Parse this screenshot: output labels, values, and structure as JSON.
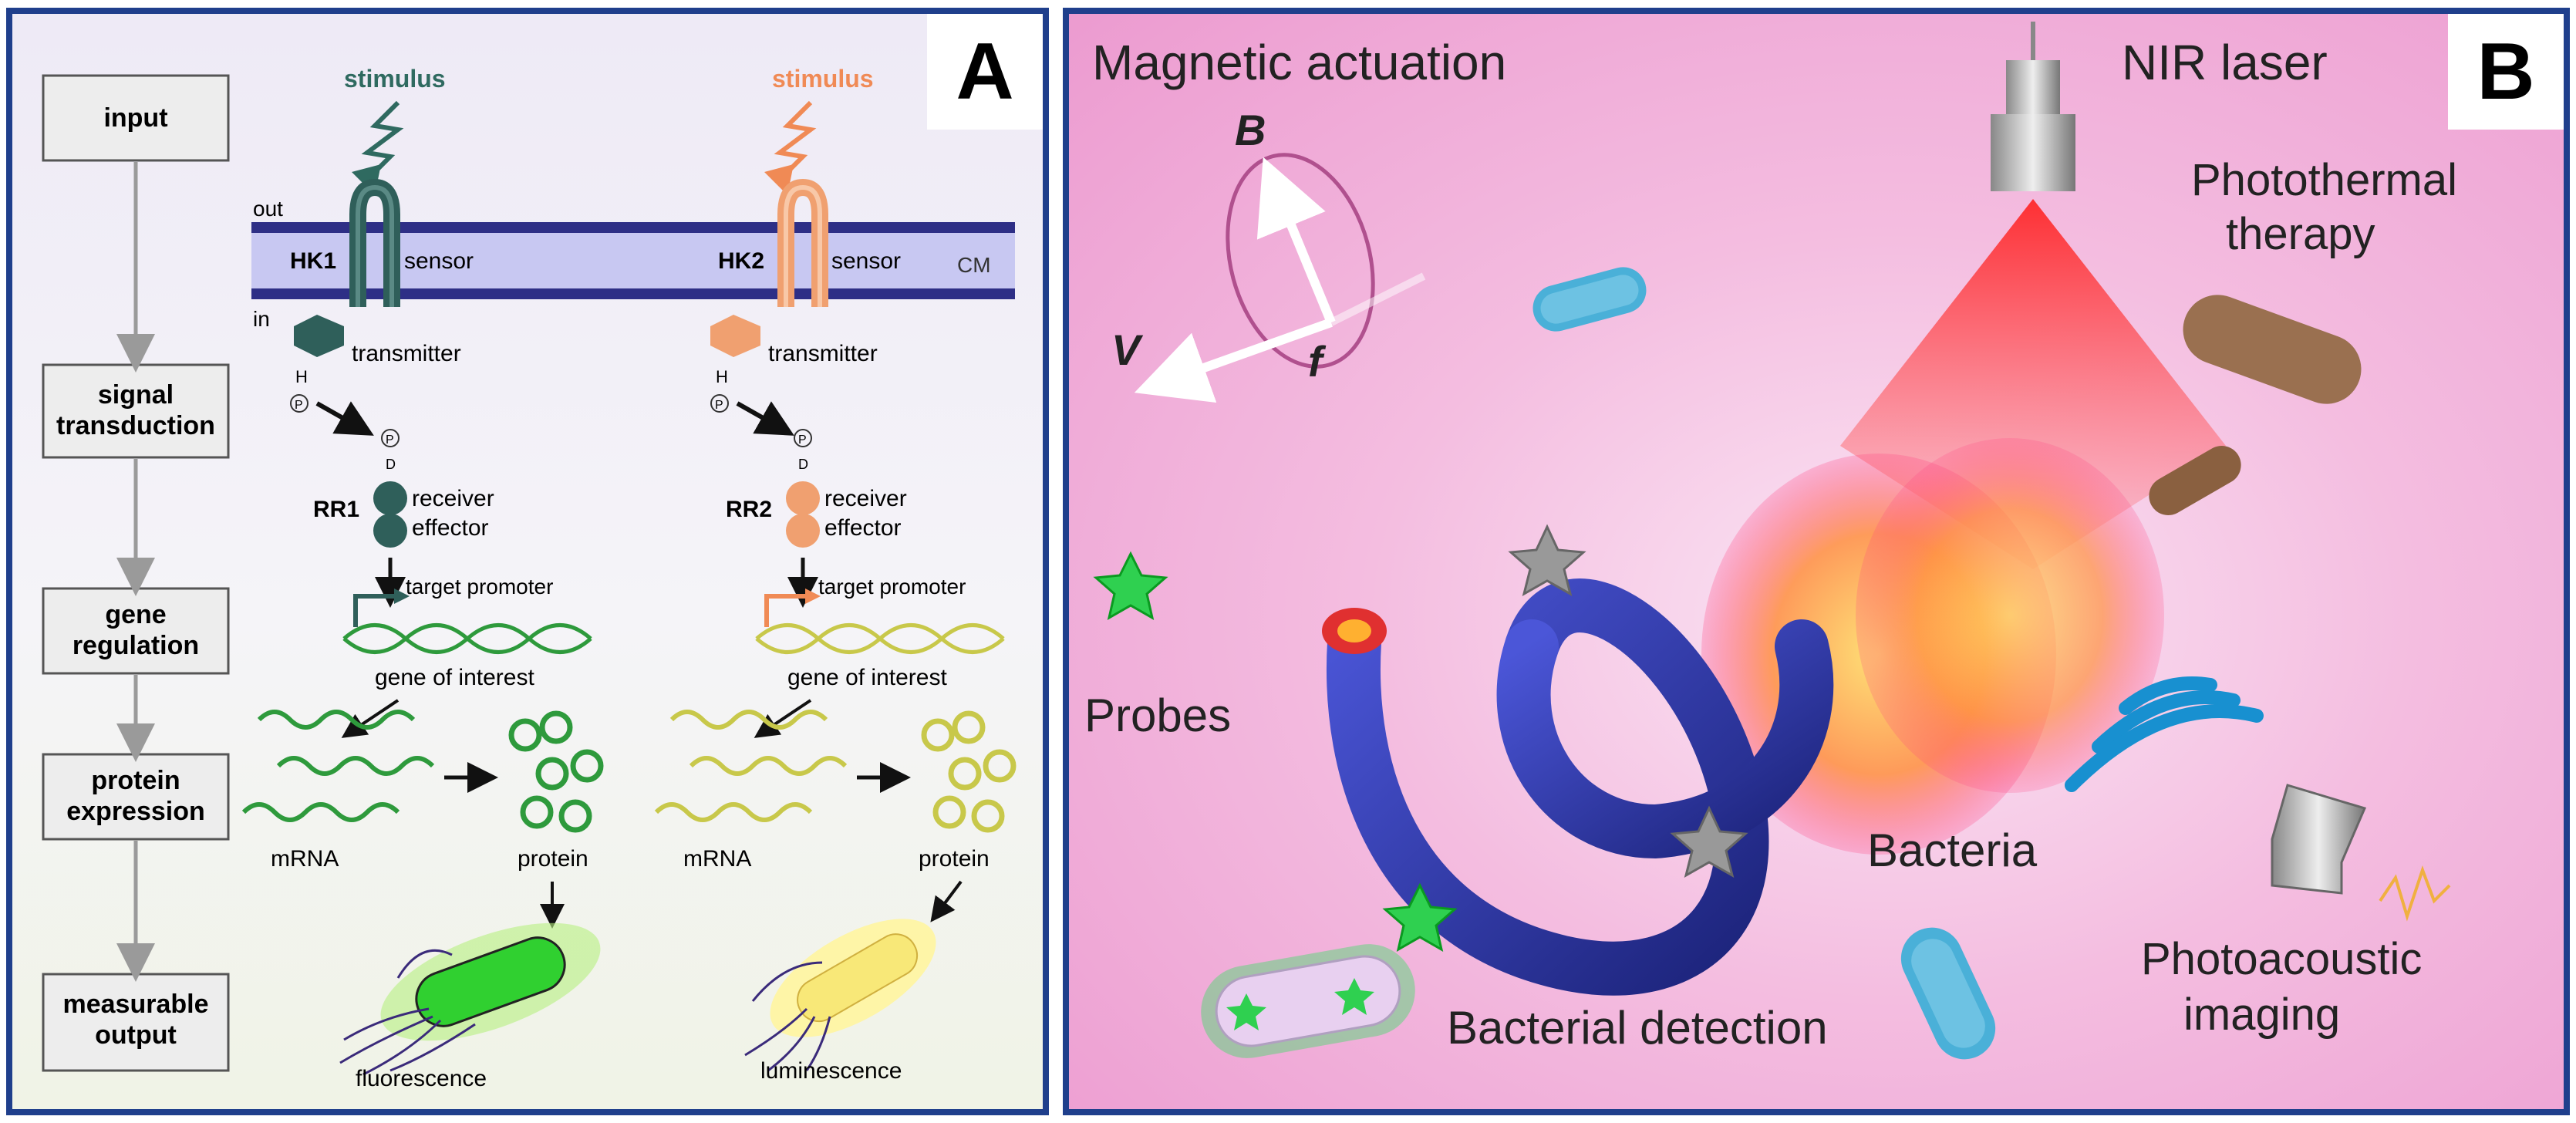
{
  "panel_a": {
    "letter": "A",
    "steps": [
      "input",
      "signal\ntransduction",
      "gene\nregulation",
      "protein\nexpression",
      "measurable\noutput"
    ],
    "left_stimulus": "stimulus",
    "right_stimulus": "stimulus",
    "out_label": "out",
    "in_label": "in",
    "cm_label": "CM",
    "hk1": "HK1",
    "hk2": "HK2",
    "sensor": "sensor",
    "transmitter": "transmitter",
    "h_label": "H",
    "p_label": "P",
    "d_label": "D",
    "rr1": "RR1",
    "rr2": "RR2",
    "receiver": "receiver",
    "effector": "effector",
    "target_promoter": "target promoter",
    "gene_of_interest": "gene of interest",
    "mrna": "mRNA",
    "protein": "protein",
    "fluorescence": "fluorescence",
    "luminescence": "luminescence"
  },
  "panel_b": {
    "letter": "B",
    "magnetic_actuation": "Magnetic actuation",
    "nir_laser": "NIR laser",
    "b_symbol": "B",
    "v_symbol": "V",
    "f_symbol": "f",
    "photothermal": "Photothermal\ntherapy",
    "probes": "Probes",
    "bacteria": "Bacteria",
    "bacterial_detection": "Bacterial detection",
    "photoacoustic": "Photoacoustic\nimaging"
  },
  "colors": {
    "frame": "#1f3f8c",
    "membrane": "#2e2f86",
    "hk1": "#2f5f5a",
    "hk2": "#f0a070",
    "dna_green": "#2e9a3c",
    "dna_yellow": "#c8c84a",
    "coil": "#2c36a8",
    "laser": "#ff3030"
  }
}
